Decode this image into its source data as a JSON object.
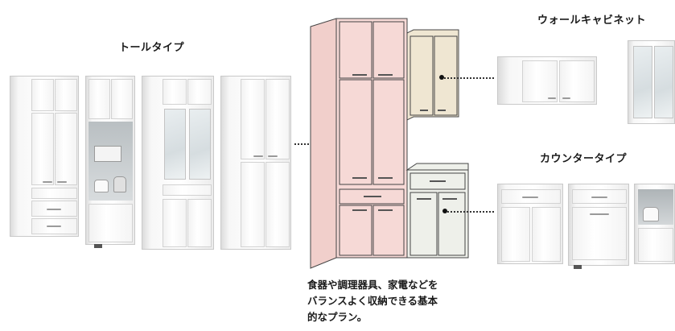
{
  "labels": {
    "tall": "トールタイプ",
    "wall": "ウォールキャビネット",
    "counter": "カウンタータイプ"
  },
  "caption": {
    "line1": "食器や調理器具、家電などを",
    "line2": "バランスよく収納できる基本",
    "line3": "的なプラン。"
  },
  "colors": {
    "tall_highlight": "#f6d9d6",
    "wall_highlight": "#efe6d2",
    "counter_highlight": "#eef0ea",
    "outline": "#444444"
  }
}
